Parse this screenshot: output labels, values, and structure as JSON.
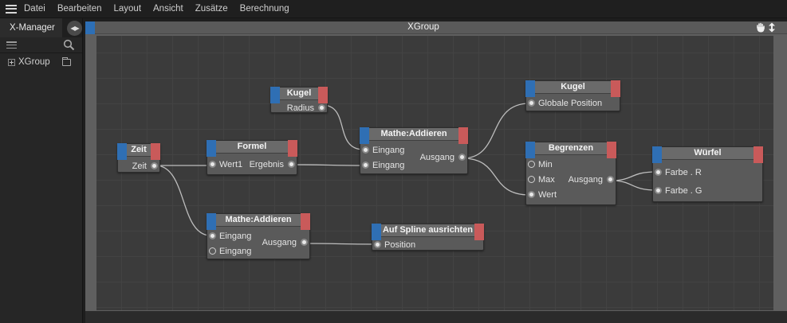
{
  "menubar": {
    "items": [
      "Datei",
      "Bearbeiten",
      "Layout",
      "Ansicht",
      "Zusätze",
      "Berechnung"
    ]
  },
  "left_panel": {
    "tab_label": "X-Manager",
    "tree": [
      {
        "label": "XGroup"
      }
    ]
  },
  "editor": {
    "title": "XGroup"
  },
  "nodes": {
    "zeit": {
      "title": "Zeit",
      "outputs": [
        "Zeit"
      ]
    },
    "kugel_radius": {
      "title": "Kugel",
      "outputs": [
        "Radius"
      ]
    },
    "formel": {
      "title": "Formel",
      "inputs": [
        "Wert1"
      ],
      "outputs": [
        "Ergebnis"
      ]
    },
    "mathe_1": {
      "title": "Mathe:Addieren",
      "inputs": [
        "Eingang",
        "Eingang"
      ],
      "outputs": [
        "Ausgang"
      ]
    },
    "mathe_2": {
      "title": "Mathe:Addieren",
      "inputs": [
        "Eingang",
        "Eingang"
      ],
      "outputs": [
        "Ausgang"
      ]
    },
    "kugel_pos": {
      "title": "Kugel",
      "inputs": [
        "Globale Position"
      ]
    },
    "begrenzen": {
      "title": "Begrenzen",
      "inputs": [
        "Min",
        "Max",
        "Wert"
      ],
      "outputs": [
        "Ausgang"
      ]
    },
    "wuerfel": {
      "title": "Würfel",
      "inputs": [
        "Farbe . R",
        "Farbe . G"
      ]
    },
    "spline": {
      "title": "Auf Spline ausrichten",
      "inputs": [
        "Position"
      ]
    }
  },
  "colors": {
    "input_tab": "#2f6fb4",
    "output_tab": "#c95a5a",
    "canvas": "#3b3b3b",
    "grid": "#434343"
  },
  "icons": [
    "hamburger-menu-icon",
    "expand-arrows-icon",
    "search-icon",
    "expand-plus-icon",
    "folder-icon",
    "hand-icon",
    "move-vertical-icon"
  ]
}
